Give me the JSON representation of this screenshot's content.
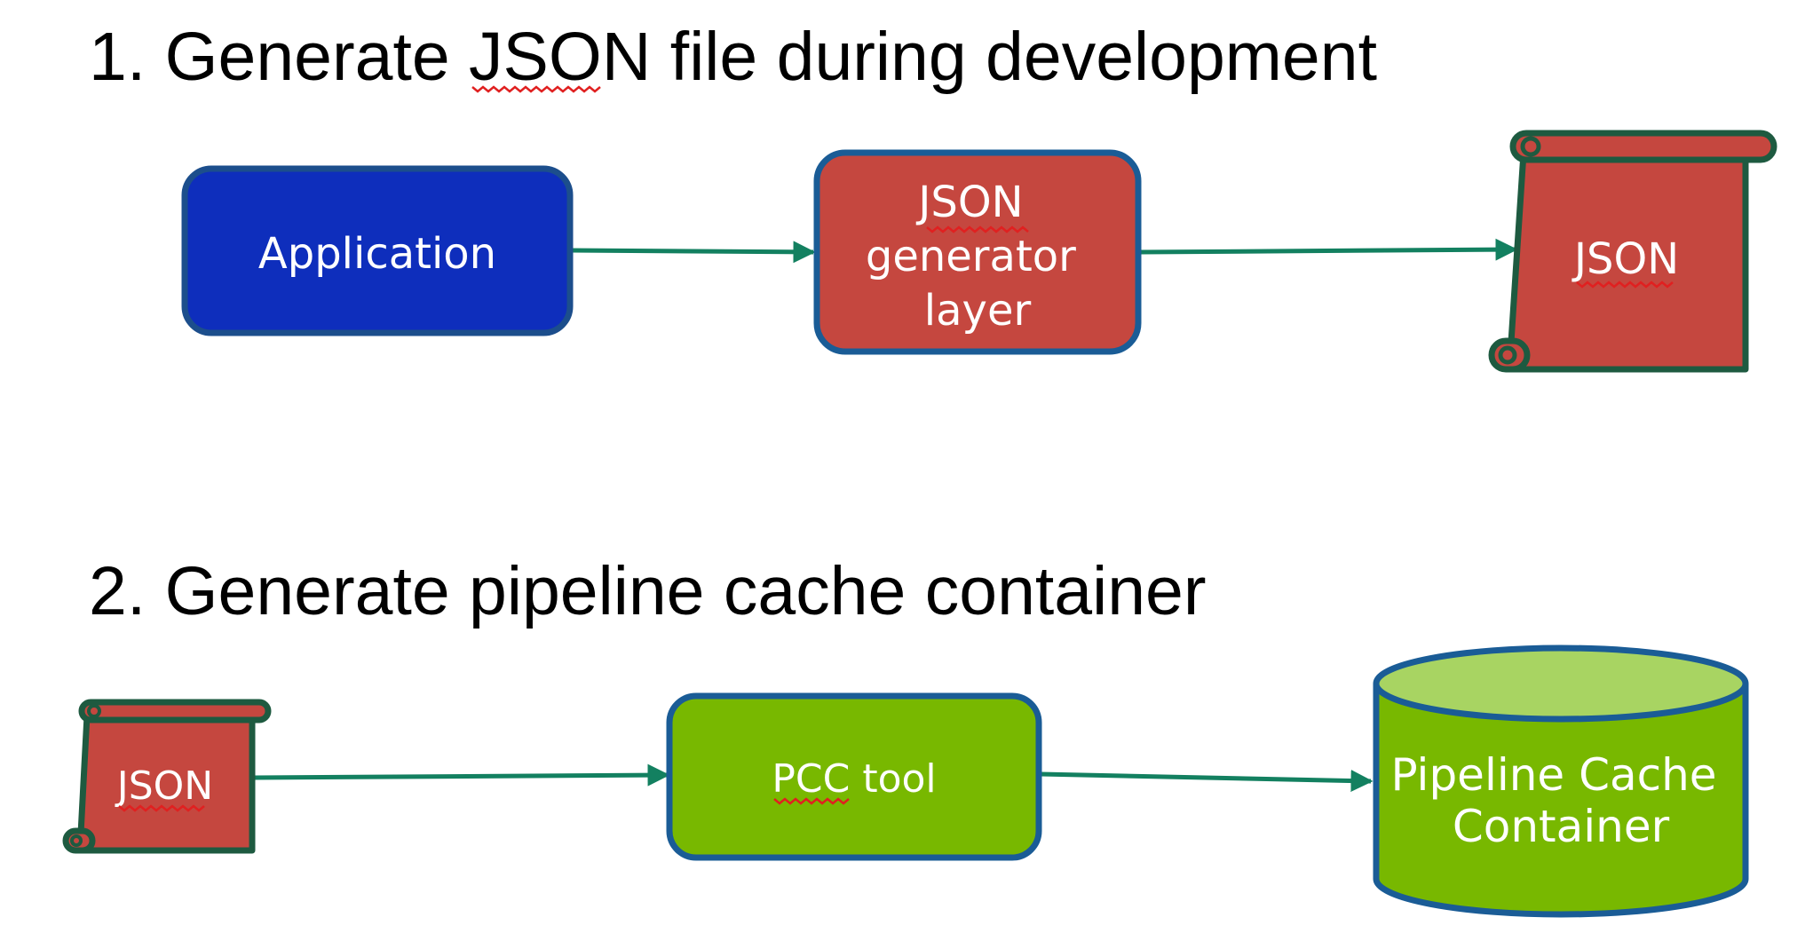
{
  "headings": {
    "step1": "1. Generate JSON file during development",
    "step2": "2. Generate pipeline cache container"
  },
  "nodes": {
    "application": "Application",
    "json_generator": [
      "JSON",
      "generator",
      "layer"
    ],
    "json_output": "JSON",
    "json_input": "JSON",
    "pcc_tool": "PCC tool",
    "pipeline_cache_container": [
      "Pipeline Cache",
      "Container"
    ]
  },
  "colors": {
    "application_fill": "#0E2EBC",
    "application_border": "#1C4E8C",
    "generator_fill": "#C5473F",
    "generator_border": "#1A5C96",
    "scroll_fill": "#C5473F",
    "scroll_border": "#1E5A40",
    "pcc_fill": "#78B800",
    "pcc_border": "#1A5C96",
    "cylinder_fill": "#78B800",
    "cylinder_top": "#A8D462",
    "cylinder_border": "#1A5C96",
    "arrow": "#138060"
  },
  "edges": [
    {
      "from": "application",
      "to": "json-generator"
    },
    {
      "from": "json-generator",
      "to": "json-output"
    },
    {
      "from": "json-input",
      "to": "pcc-tool"
    },
    {
      "from": "pcc-tool",
      "to": "pipeline-cache-container"
    }
  ]
}
